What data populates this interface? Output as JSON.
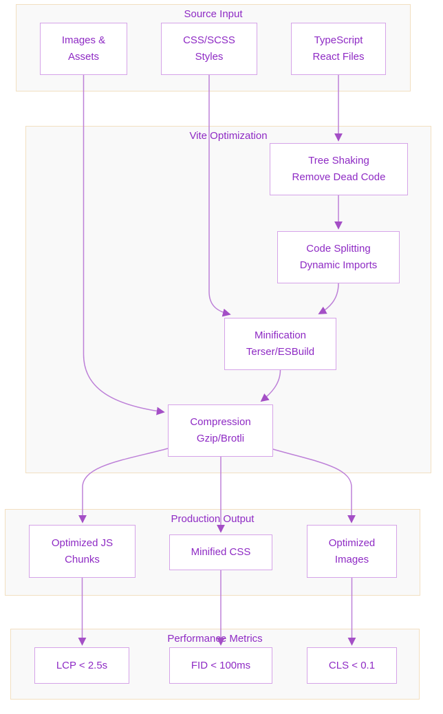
{
  "diagram": {
    "clusters": {
      "source_input": {
        "title": "Source Input"
      },
      "vite_optimization": {
        "title": "Vite Optimization"
      },
      "production_output": {
        "title": "Production Output"
      },
      "performance_metrics": {
        "title": "Performance Metrics"
      }
    },
    "nodes": {
      "images_assets": {
        "line1": "Images &",
        "line2": "Assets"
      },
      "css_styles": {
        "line1": "CSS/SCSS",
        "line2": "Styles"
      },
      "ts_files": {
        "line1": "TypeScript",
        "line2": "React Files"
      },
      "tree_shaking": {
        "line1": "Tree Shaking",
        "line2": "Remove Dead Code"
      },
      "code_splitting": {
        "line1": "Code Splitting",
        "line2": "Dynamic Imports"
      },
      "minification": {
        "line1": "Minification",
        "line2": "Terser/ESBuild"
      },
      "compression": {
        "line1": "Compression",
        "line2": "Gzip/Brotli"
      },
      "optimized_js": {
        "line1": "Optimized JS",
        "line2": "Chunks"
      },
      "minified_css": {
        "line1": "Minified CSS"
      },
      "optimized_images": {
        "line1": "Optimized",
        "line2": "Images"
      },
      "lcp": {
        "line1": "LCP < 2.5s"
      },
      "fid": {
        "line1": "FID < 100ms"
      },
      "cls": {
        "line1": "CLS < 0.1"
      }
    },
    "colors": {
      "node_text": "#8e2ac4",
      "node_border": "#d5a2e8",
      "edge_line": "#bd80d8",
      "arrowhead": "#a44fc6",
      "cluster_bg": "#f9f9f9",
      "cluster_border": "#f2dfc0"
    }
  }
}
